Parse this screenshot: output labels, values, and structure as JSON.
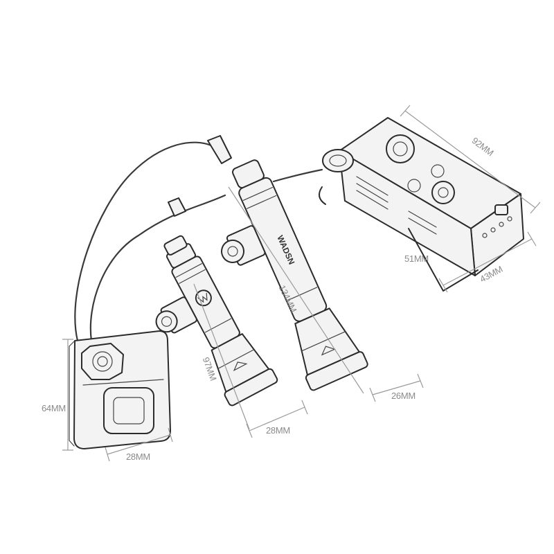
{
  "dimensions": {
    "switch_height": "64MM",
    "switch_width": "28MM",
    "small_light_length": "97MM",
    "small_light_width": "28MM",
    "large_light_length": "134MM",
    "large_light_width": "26MM",
    "box_length": "92MM",
    "box_width": "43MM",
    "box_height": "51MM"
  },
  "branding": {
    "logo": "WADSN"
  },
  "icons": {
    "small_light": "wadsn-emblem-icon",
    "box_panel": "wadsn-emblem-icon"
  }
}
